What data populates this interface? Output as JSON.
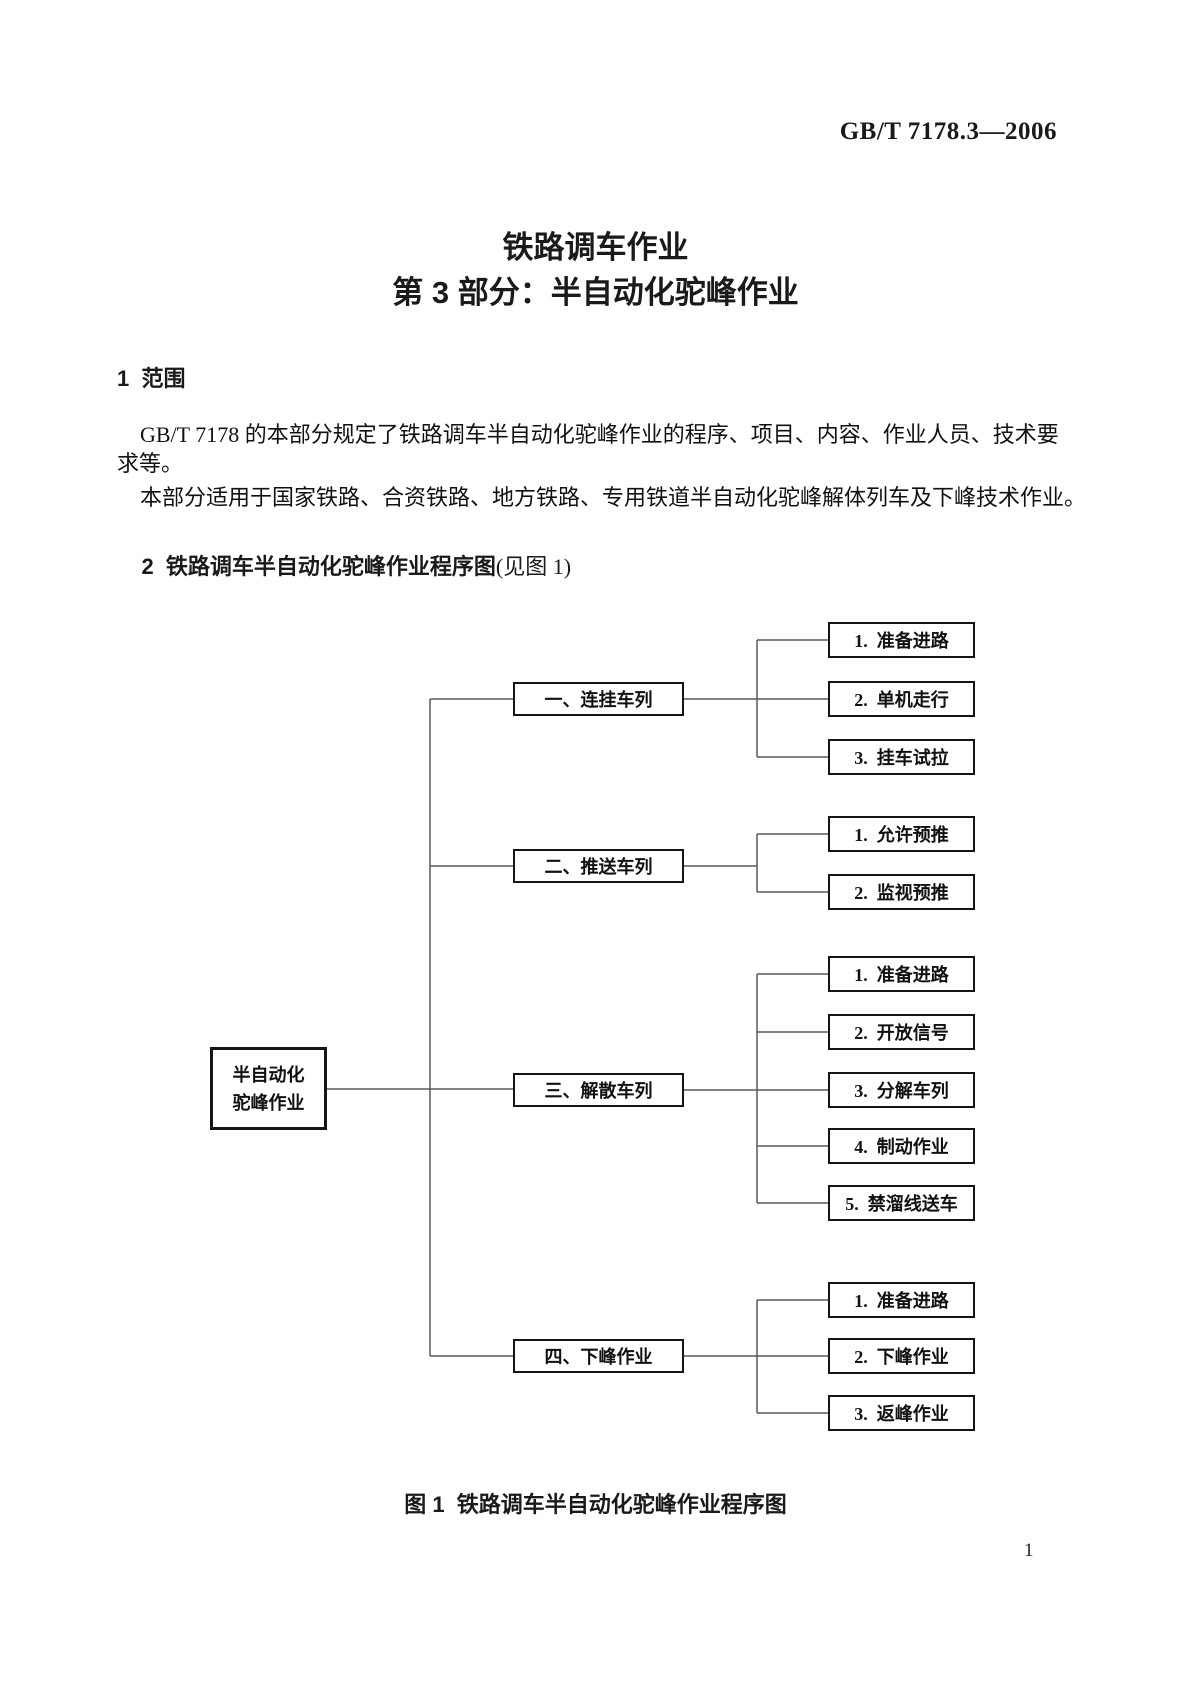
{
  "header": {
    "doc_code": "GB/T 7178.3—2006"
  },
  "title": {
    "line1": "铁路调车作业",
    "line2": "第 3 部分：半自动化驼峰作业"
  },
  "section1": {
    "heading": "1  范围",
    "p1_line1": "GB/T 7178 的本部分规定了铁路调车半自动化驼峰作业的程序、项目、内容、作业人员、技术要",
    "p1_line2": "求等。",
    "p2": "本部分适用于国家铁路、合资铁路、地方铁路、专用铁道半自动化驼峰解体列车及下峰技术作业。"
  },
  "section2": {
    "heading": "2  铁路调车半自动化驼峰作业程序图",
    "heading_suffix": "(见图 1)"
  },
  "figure": {
    "caption": "图 1  铁路调车半自动化驼峰作业程序图",
    "root": {
      "line1": "半自动化",
      "line2": "驼峰作业"
    },
    "branches": [
      {
        "label": "一、连挂车列",
        "children": [
          "1.  准备进路",
          "2.  单机走行",
          "3.  挂车试拉"
        ]
      },
      {
        "label": "二、推送车列",
        "children": [
          "1.  允许预推",
          "2.  监视预推"
        ]
      },
      {
        "label": "三、解散车列",
        "children": [
          "1.  准备进路",
          "2.  开放信号",
          "3.  分解车列",
          "4.  制动作业",
          "5.  禁溜线送车"
        ]
      },
      {
        "label": "四、下峰作业",
        "children": [
          "1.  准备进路",
          "2.  下峰作业",
          "3.  返峰作业"
        ]
      }
    ],
    "line_color": "#5a5a5a",
    "box_border_color": "#151515"
  },
  "footer": {
    "page_number": "1"
  }
}
